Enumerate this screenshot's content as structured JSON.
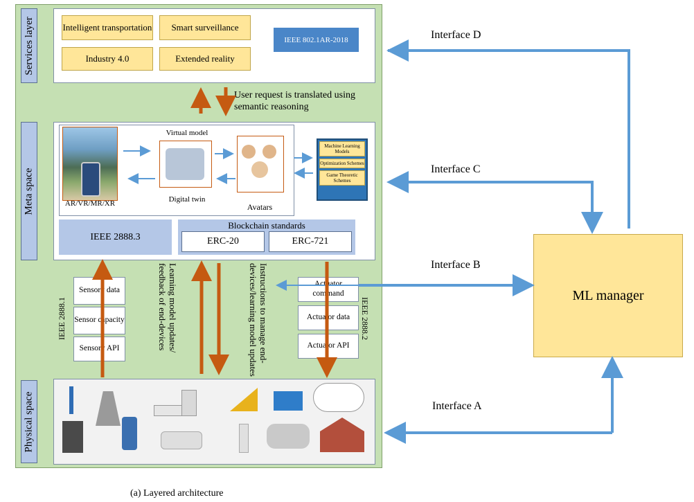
{
  "layers": {
    "services": "Services layer",
    "meta": "Meta space",
    "physical": "Physical space"
  },
  "services": {
    "intelligent_transportation": "Intelligent transportation",
    "smart_surveillance": "Smart surveillance",
    "industry": "Industry 4.0",
    "extended_reality": "Extended reality",
    "ieee_std": "IEEE 802.1AR-2018"
  },
  "user_request": "User request is translated using semantic reasoning",
  "meta": {
    "virtual_model": "Virtual model",
    "digital_twin": "Digital twin",
    "avatars": "Avatars",
    "ar_label": "AR/VR/MR/XR",
    "models": [
      "Machine Learning Models",
      "Optimization Schemes",
      "Game Theoretic Schemes"
    ],
    "ieee_2888_3": "IEEE 2888.3",
    "blockchain": "Blockchain standards",
    "erc20": "ERC-20",
    "erc721": "ERC-721"
  },
  "sensory": {
    "data": "Sensory data",
    "capacity": "Sensor capacity",
    "api": "Sensory API",
    "std": "IEEE 2888.1"
  },
  "actuator": {
    "command": "Actuator command",
    "data": "Actuator data",
    "api": "Actuator API",
    "std": "IEEE 2888.2"
  },
  "flow": {
    "learning": "Learning model updates/ feedback of end-devices",
    "instructions": "Instructions to manage end-devices/learning model updates"
  },
  "interfaces": {
    "a": "Interface A",
    "b": "Interface B",
    "c": "Interface C",
    "d": "Interface D"
  },
  "ml_manager": "ML manager",
  "caption": "(a) Layered architecture",
  "colors": {
    "panel_green": "#c5e0b3",
    "arrow_blue": "#5b9bd5",
    "arrow_orange": "#c55a11",
    "box_yellow": "#ffe699",
    "tab_blue": "#b4c7e7"
  }
}
